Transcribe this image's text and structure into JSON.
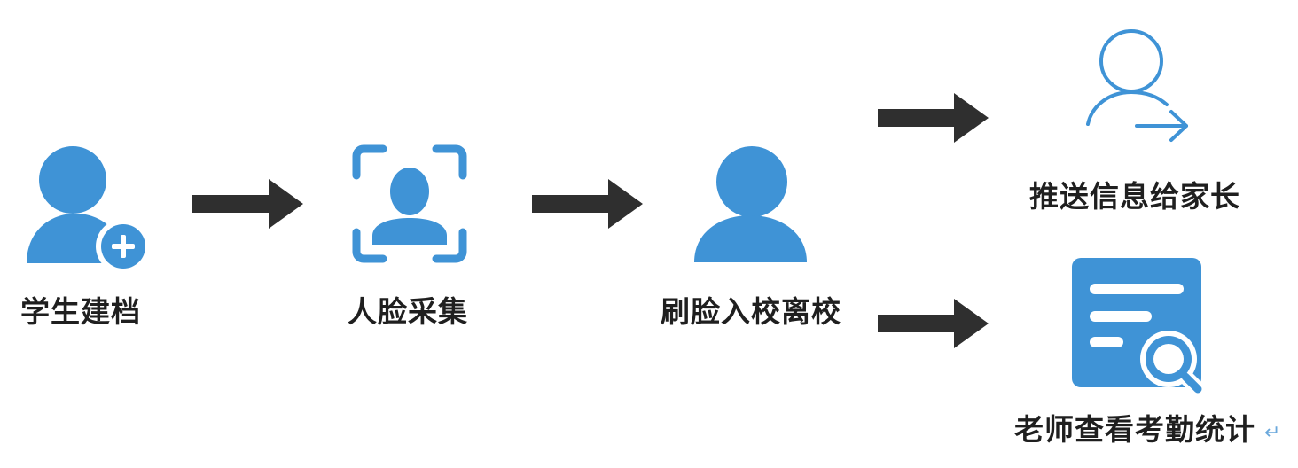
{
  "colors": {
    "accent": "#3F93D6",
    "arrow": "#2F2F2F",
    "label": "#1F1F1F",
    "paragraph_mark": "#6AA8DC"
  },
  "steps": [
    {
      "label": "学生建档",
      "icon": "user-add-icon"
    },
    {
      "label": "人脸采集",
      "icon": "face-scan-icon"
    },
    {
      "label": "刷脸入校离校",
      "icon": "user-icon"
    }
  ],
  "outcomes": [
    {
      "label": "推送信息给家长",
      "icon": "user-forward-icon"
    },
    {
      "label": "老师查看考勤统计",
      "icon": "document-search-icon"
    }
  ],
  "paragraph_mark": "↵"
}
